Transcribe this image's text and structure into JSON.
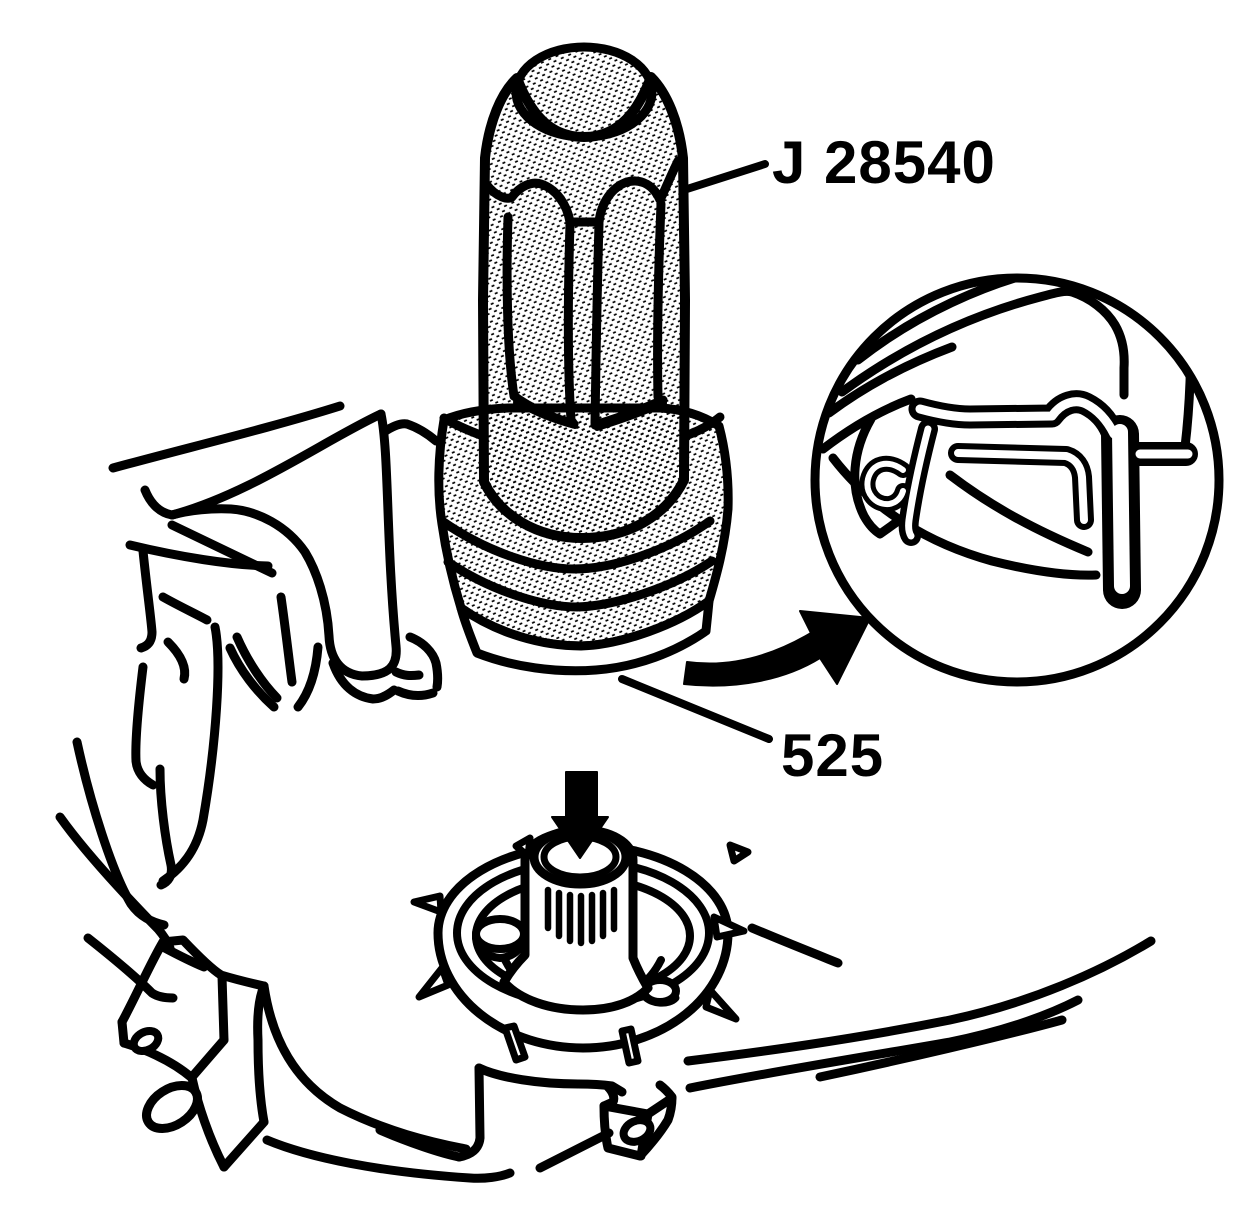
{
  "figure": {
    "description": "Service manual line illustration: seal installer tool above transmission output shaft, with enlarged seal cross-section callout",
    "background_color": "#ffffff",
    "line_color": "#000000",
    "labels": {
      "tool": "J 28540",
      "part": "525"
    }
  }
}
